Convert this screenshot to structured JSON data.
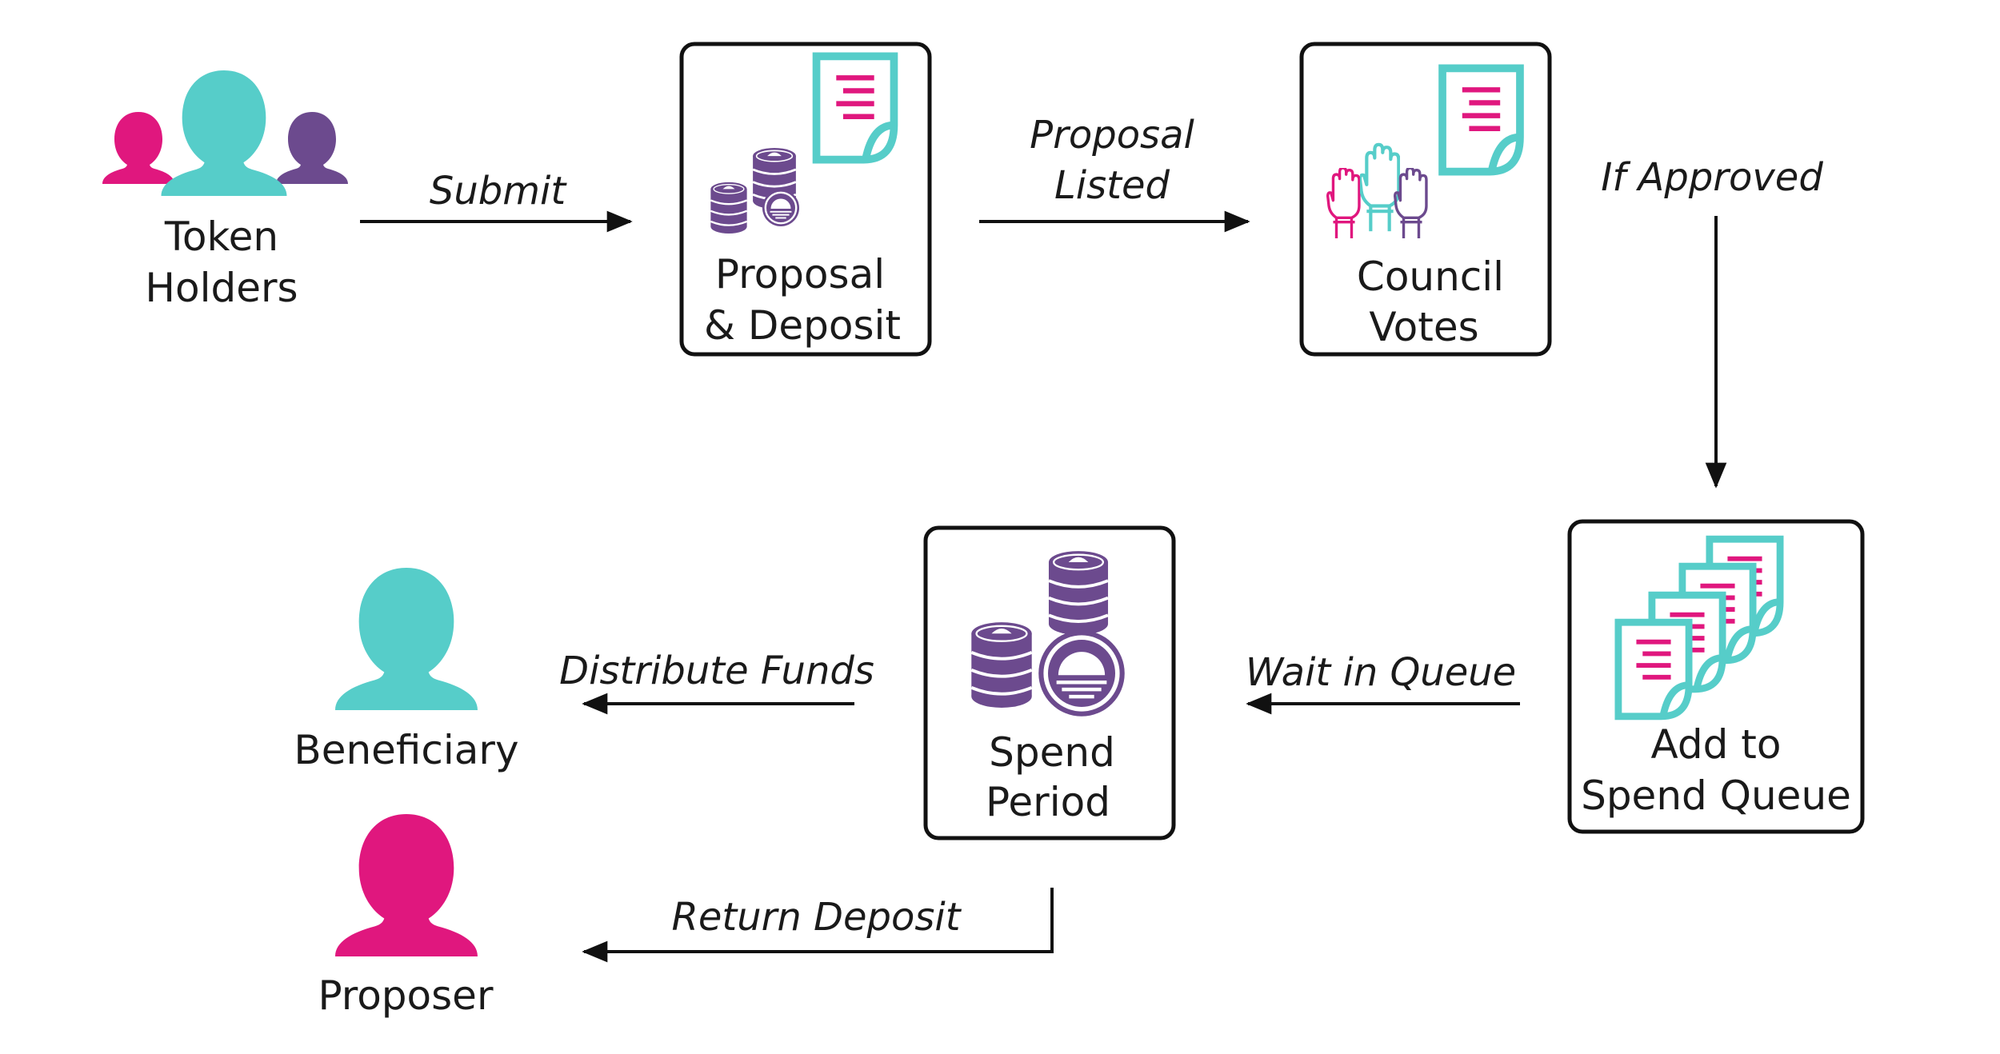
{
  "nodes": {
    "token_holders": {
      "line1": "Token",
      "line2": "Holders"
    },
    "proposal_deposit": {
      "line1": "Proposal",
      "line2": "& Deposit"
    },
    "council_votes": {
      "line1": "Council",
      "line2": "Votes"
    },
    "add_to_queue": {
      "line1": "Add to",
      "line2": "Spend Queue"
    },
    "spend_period": {
      "line1": "Spend",
      "line2": "Period"
    },
    "beneficiary": {
      "label": "Beneficiary"
    },
    "proposer": {
      "label": "Proposer"
    }
  },
  "edges": {
    "submit": "Submit",
    "proposal_listed": {
      "line1": "Proposal",
      "line2": "Listed"
    },
    "if_approved": "If Approved",
    "wait_in_queue": "Wait in Queue",
    "distribute_funds": "Distribute Funds",
    "return_deposit": "Return Deposit"
  },
  "colors": {
    "magenta": "#e0177e",
    "teal": "#56cdc9",
    "purple": "#6c4a8e",
    "stroke": "#111111"
  }
}
